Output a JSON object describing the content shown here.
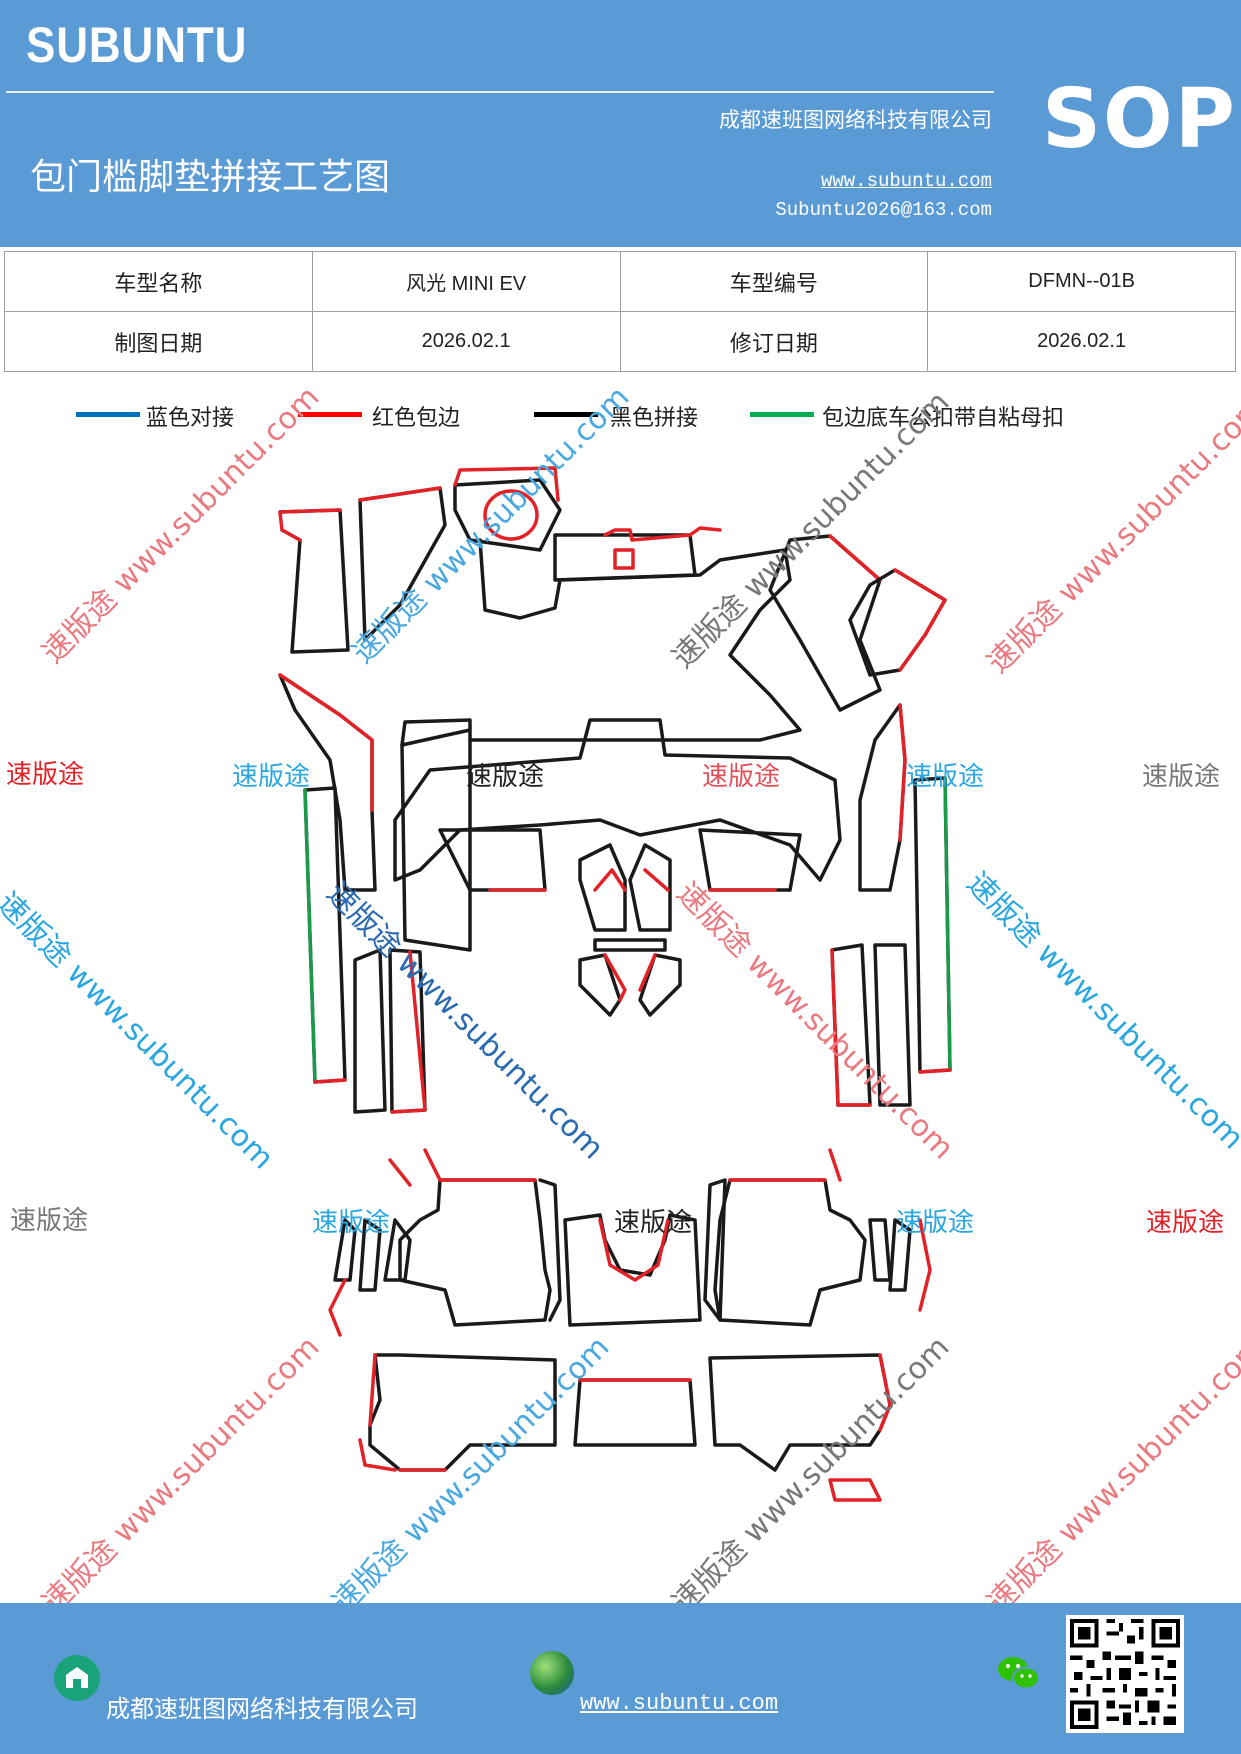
{
  "header": {
    "brand": "SUBUNTU",
    "company": "成都速班图网络科技有限公司",
    "title": "包门槛脚垫拼接工艺图",
    "website": "www.subuntu.com",
    "email": "Subuntu2026@163.com",
    "doc_type": "SOP"
  },
  "info_table": {
    "rows": [
      [
        "车型名称",
        "风光 MINI EV",
        "车型编号",
        "DFMN--01B"
      ],
      [
        "制图日期",
        "2026.02.1",
        "修订日期",
        "2026.02.1"
      ]
    ]
  },
  "legend": [
    {
      "label": "蓝色对接",
      "color": "#0070c0"
    },
    {
      "label": "红色包边",
      "color": "#ff0000"
    },
    {
      "label": "黑色拼接",
      "color": "#000000"
    },
    {
      "label": "包边底车公扣带自粘母扣",
      "color": "#00b050"
    }
  ],
  "colors": {
    "header_bg": "#5b9bd5",
    "outline_black": "#1a1a1a",
    "edge_red": "#e32228",
    "edge_green": "#1a9a4a"
  },
  "watermark": {
    "brand": "速版途",
    "diagonal": "速版途 www.subuntu.com"
  },
  "footer": {
    "company": "成都速班图网络科技有限公司",
    "website": "www.subuntu.com",
    "icons": [
      "company-icon",
      "globe-icon",
      "wechat-icon",
      "qr-code"
    ]
  }
}
